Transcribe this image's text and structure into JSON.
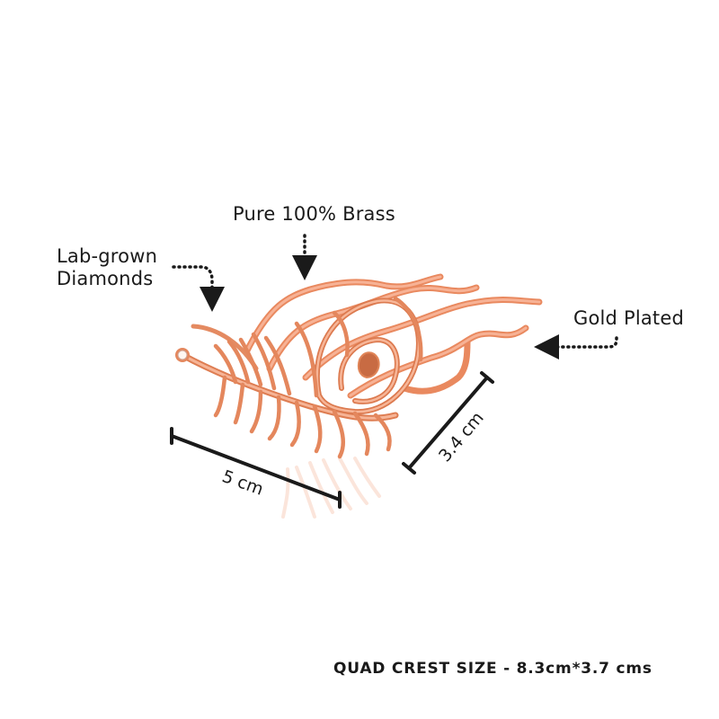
{
  "annotations": {
    "brass": "Pure 100% Brass",
    "diamond_line1": "Lab-grown",
    "diamond_line2": "Diamonds",
    "gold": "Gold Plated"
  },
  "dimensions": {
    "width": "5 cm",
    "height": "3.4 cm"
  },
  "footer": "QUAD CREST SIZE - 8.3cm*3.7 cms",
  "colors": {
    "metal": "#f2a382",
    "metal_dark": "#c9693f",
    "reflection": "#fbe1d5",
    "ink": "#1a1a1a"
  },
  "icons": {
    "product": "peacock-feather-hair-comb-icon",
    "gem": "diamond-icon"
  }
}
